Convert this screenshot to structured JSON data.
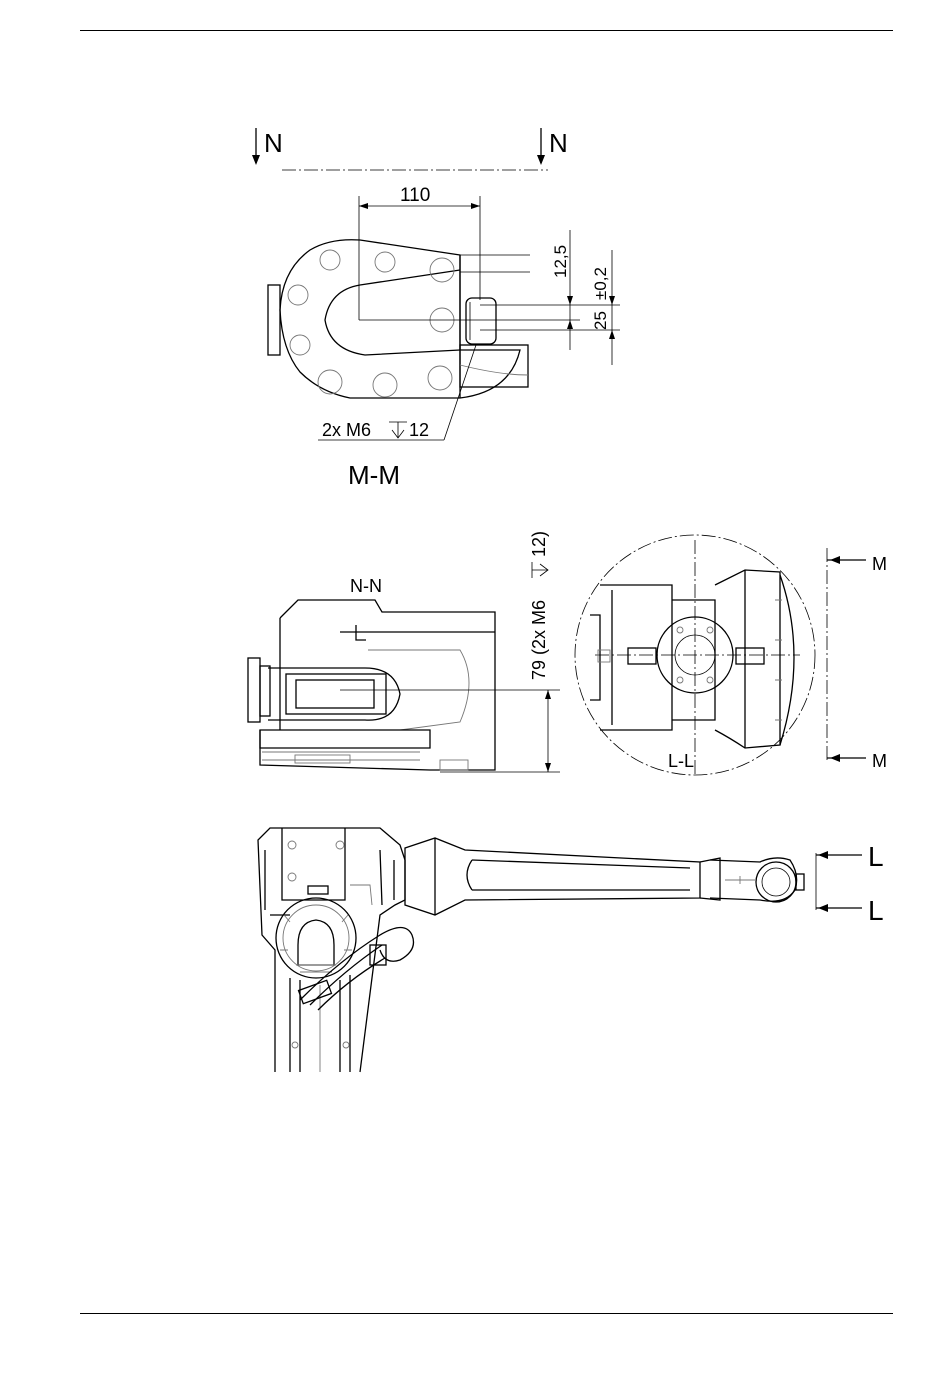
{
  "sections": {
    "n_marker": "N",
    "mm_title": "M-M",
    "nn_title": "N-N",
    "ll_title": "L-L",
    "m_marker": "M",
    "l_marker": "L"
  },
  "dimensions": {
    "width_110": "110",
    "offset_12_5": "12,5",
    "tol_0_2": "±0,2",
    "slot_25": "25",
    "holes_note": "2x M6",
    "depth_12": "12",
    "height_79": "79 (2x M6",
    "height_79_end": "12)"
  },
  "colors": {
    "line": "#000000",
    "detail": "#777777"
  }
}
